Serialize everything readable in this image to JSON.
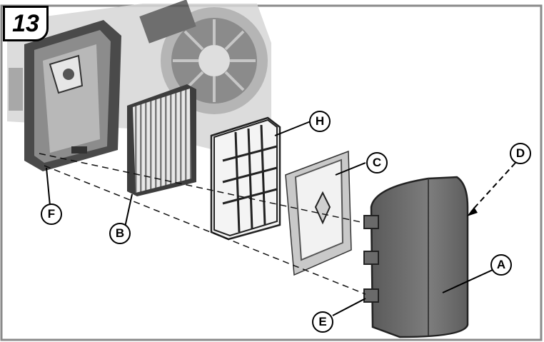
{
  "step_number": "13",
  "callouts": {
    "A": "A",
    "B": "B",
    "C": "C",
    "D": "D",
    "E": "E",
    "F": "F",
    "H": "H"
  }
}
